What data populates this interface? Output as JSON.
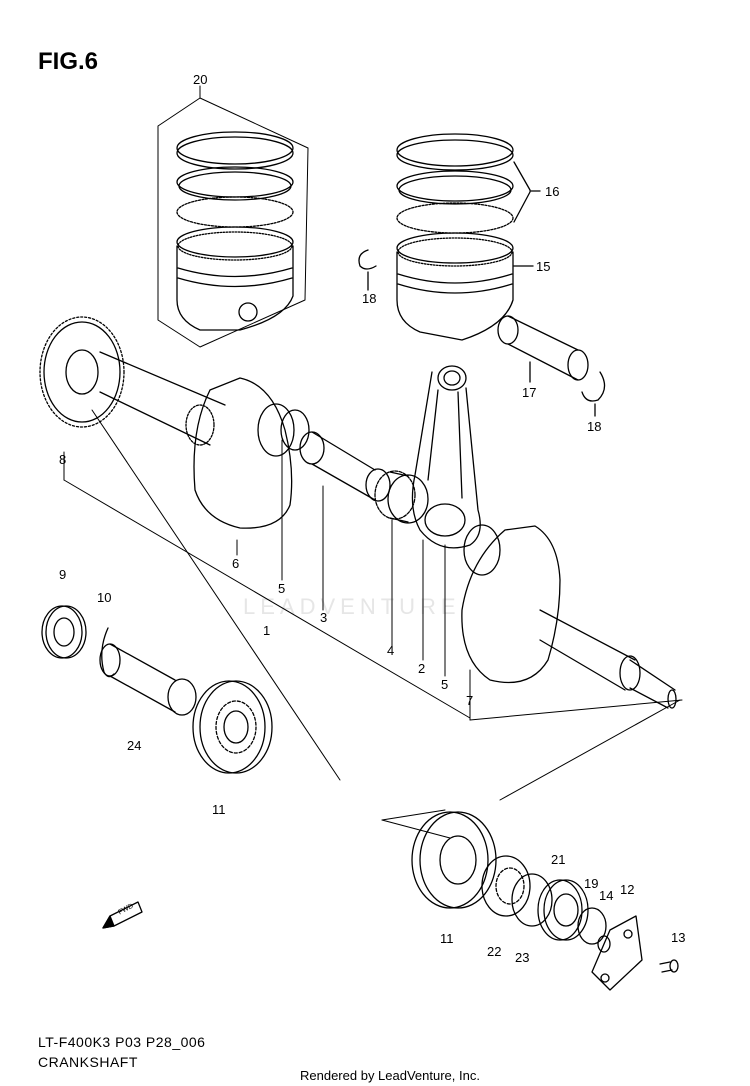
{
  "figure": {
    "number": "FIG.6"
  },
  "diagram": {
    "model_code": "LT-F400K3 P03 P28_006",
    "title": "CRANKSHAFT",
    "credit": "Rendered by LeadVenture, Inc.",
    "watermark": "LEADVENTURE",
    "fwd_label": "FWD"
  },
  "callouts": [
    {
      "id": "c20",
      "text": "20"
    },
    {
      "id": "c16",
      "text": "16"
    },
    {
      "id": "c15",
      "text": "15"
    },
    {
      "id": "c18a",
      "text": "18"
    },
    {
      "id": "c17",
      "text": "17"
    },
    {
      "id": "c18b",
      "text": "18"
    },
    {
      "id": "c8",
      "text": "8"
    },
    {
      "id": "c6",
      "text": "6"
    },
    {
      "id": "c5a",
      "text": "5"
    },
    {
      "id": "c1",
      "text": "1"
    },
    {
      "id": "c3",
      "text": "3"
    },
    {
      "id": "c4",
      "text": "4"
    },
    {
      "id": "c2",
      "text": "2"
    },
    {
      "id": "c5b",
      "text": "5"
    },
    {
      "id": "c7",
      "text": "7"
    },
    {
      "id": "c9",
      "text": "9"
    },
    {
      "id": "c10",
      "text": "10"
    },
    {
      "id": "c24",
      "text": "24"
    },
    {
      "id": "c11a",
      "text": "11"
    },
    {
      "id": "c21",
      "text": "21"
    },
    {
      "id": "c19",
      "text": "19"
    },
    {
      "id": "c14",
      "text": "14"
    },
    {
      "id": "c12",
      "text": "12"
    },
    {
      "id": "c13",
      "text": "13"
    },
    {
      "id": "c11b",
      "text": "11"
    },
    {
      "id": "c22",
      "text": "22"
    },
    {
      "id": "c23",
      "text": "23"
    }
  ]
}
